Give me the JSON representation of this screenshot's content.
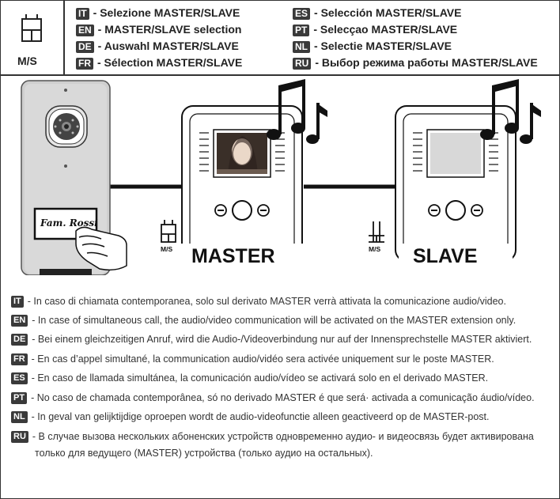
{
  "header": {
    "icon_label": "M/S",
    "items": [
      {
        "code": "IT",
        "text": "- Selezione MASTER/SLAVE"
      },
      {
        "code": "EN",
        "text": "- MASTER/SLAVE selection"
      },
      {
        "code": "DE",
        "text": "- Auswahl MASTER/SLAVE"
      },
      {
        "code": "FR",
        "text": "- Sélection MASTER/SLAVE"
      },
      {
        "code": "ES",
        "text": "- Selección MASTER/SLAVE"
      },
      {
        "code": "PT",
        "text": "- Selecçao MASTER/SLAVE"
      },
      {
        "code": "NL",
        "text": "- Selectie MASTER/SLAVE"
      },
      {
        "code": "RU",
        "text": "- Выбор режима работы MASTER/SLAVE"
      }
    ]
  },
  "illustration": {
    "nameplate": "Fam. Rossi",
    "master_label": "MASTER",
    "slave_label": "SLAVE",
    "jumper_label_master": "M/S",
    "jumper_label_slave": "M/S"
  },
  "descriptions": [
    {
      "code": "IT",
      "text": "- In caso di chiamata contemporanea, solo sul derivato MASTER verrà attivata la comunicazione audio/video."
    },
    {
      "code": "EN",
      "text": "- In case of simultaneous call, the audio/video communication will be activated on the MASTER extension only."
    },
    {
      "code": "DE",
      "text": "- Bei einem gleichzeitigen Anruf, wird die Audio-/Videoverbindung nur auf der Innensprechstelle MASTER aktiviert."
    },
    {
      "code": "FR",
      "text": "- En cas d’appel simultané, la communication audio/vidéo sera activée uniquement sur le poste MASTER."
    },
    {
      "code": "ES",
      "text": "- En caso de llamada simultánea, la comunicación audio/vídeo se activará solo en el derivado MASTER."
    },
    {
      "code": "PT",
      "text": "- No caso de chamada contemporânea, só no derivado MASTER é que será· activada a comunicação áudio/vídeo."
    },
    {
      "code": "NL",
      "text": "- In geval van gelijktijdige oproepen wordt de audio-videofunctie alleen geactiveerd op de MASTER-post."
    },
    {
      "code": "RU",
      "text": "- В случае вызова нескольких абоненских устройств одновременно аудио- и видеосвязь будет активирована"
    },
    {
      "code": "",
      "text": "только для ведущего (MASTER) устройства (только аудио на остальных)."
    }
  ]
}
